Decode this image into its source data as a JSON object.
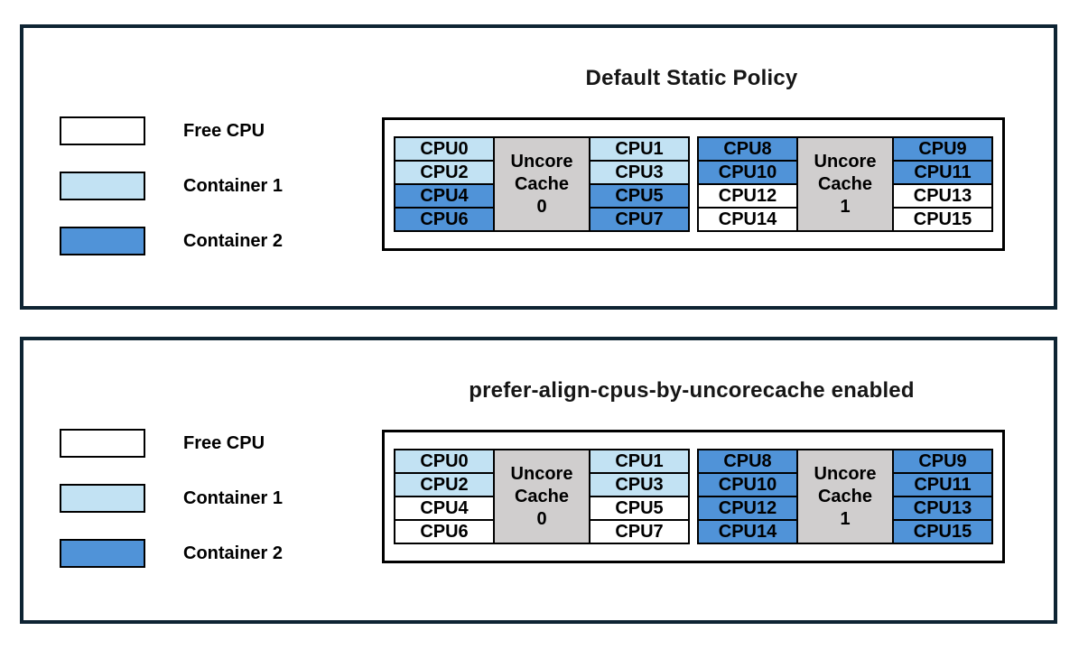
{
  "colors": {
    "free_cpu": "#ffffff",
    "container1": "#c2e2f3",
    "container2": "#5093d8",
    "uncore_cache": "#d0cece",
    "panel_border": "#0e2433",
    "cell_border": "#000000"
  },
  "panels": [
    {
      "title": "Default Static Policy",
      "legend": [
        {
          "label": "Free CPU",
          "state": "free"
        },
        {
          "label": "Container 1",
          "state": "container1"
        },
        {
          "label": "Container 2",
          "state": "container2"
        }
      ],
      "clusters": [
        {
          "cache_lines": [
            "Uncore",
            "Cache",
            "0"
          ],
          "left_cpus": [
            {
              "label": "CPU0",
              "state": "container1"
            },
            {
              "label": "CPU2",
              "state": "container1"
            },
            {
              "label": "CPU4",
              "state": "container2"
            },
            {
              "label": "CPU6",
              "state": "container2"
            }
          ],
          "right_cpus": [
            {
              "label": "CPU1",
              "state": "container1"
            },
            {
              "label": "CPU3",
              "state": "container1"
            },
            {
              "label": "CPU5",
              "state": "container2"
            },
            {
              "label": "CPU7",
              "state": "container2"
            }
          ]
        },
        {
          "cache_lines": [
            "Uncore",
            "Cache",
            "1"
          ],
          "left_cpus": [
            {
              "label": "CPU8",
              "state": "container2"
            },
            {
              "label": "CPU10",
              "state": "container2"
            },
            {
              "label": "CPU12",
              "state": "free"
            },
            {
              "label": "CPU14",
              "state": "free"
            }
          ],
          "right_cpus": [
            {
              "label": "CPU9",
              "state": "container2"
            },
            {
              "label": "CPU11",
              "state": "container2"
            },
            {
              "label": "CPU13",
              "state": "free"
            },
            {
              "label": "CPU15",
              "state": "free"
            }
          ]
        }
      ]
    },
    {
      "title": "prefer-align-cpus-by-uncorecache enabled",
      "legend": [
        {
          "label": "Free CPU",
          "state": "free"
        },
        {
          "label": "Container 1",
          "state": "container1"
        },
        {
          "label": "Container 2",
          "state": "container2"
        }
      ],
      "clusters": [
        {
          "cache_lines": [
            "Uncore",
            "Cache",
            "0"
          ],
          "left_cpus": [
            {
              "label": "CPU0",
              "state": "container1"
            },
            {
              "label": "CPU2",
              "state": "container1"
            },
            {
              "label": "CPU4",
              "state": "free"
            },
            {
              "label": "CPU6",
              "state": "free"
            }
          ],
          "right_cpus": [
            {
              "label": "CPU1",
              "state": "container1"
            },
            {
              "label": "CPU3",
              "state": "container1"
            },
            {
              "label": "CPU5",
              "state": "free"
            },
            {
              "label": "CPU7",
              "state": "free"
            }
          ]
        },
        {
          "cache_lines": [
            "Uncore",
            "Cache",
            "1"
          ],
          "left_cpus": [
            {
              "label": "CPU8",
              "state": "container2"
            },
            {
              "label": "CPU10",
              "state": "container2"
            },
            {
              "label": "CPU12",
              "state": "container2"
            },
            {
              "label": "CPU14",
              "state": "container2"
            }
          ],
          "right_cpus": [
            {
              "label": "CPU9",
              "state": "container2"
            },
            {
              "label": "CPU11",
              "state": "container2"
            },
            {
              "label": "CPU13",
              "state": "container2"
            },
            {
              "label": "CPU15",
              "state": "container2"
            }
          ]
        }
      ]
    }
  ]
}
